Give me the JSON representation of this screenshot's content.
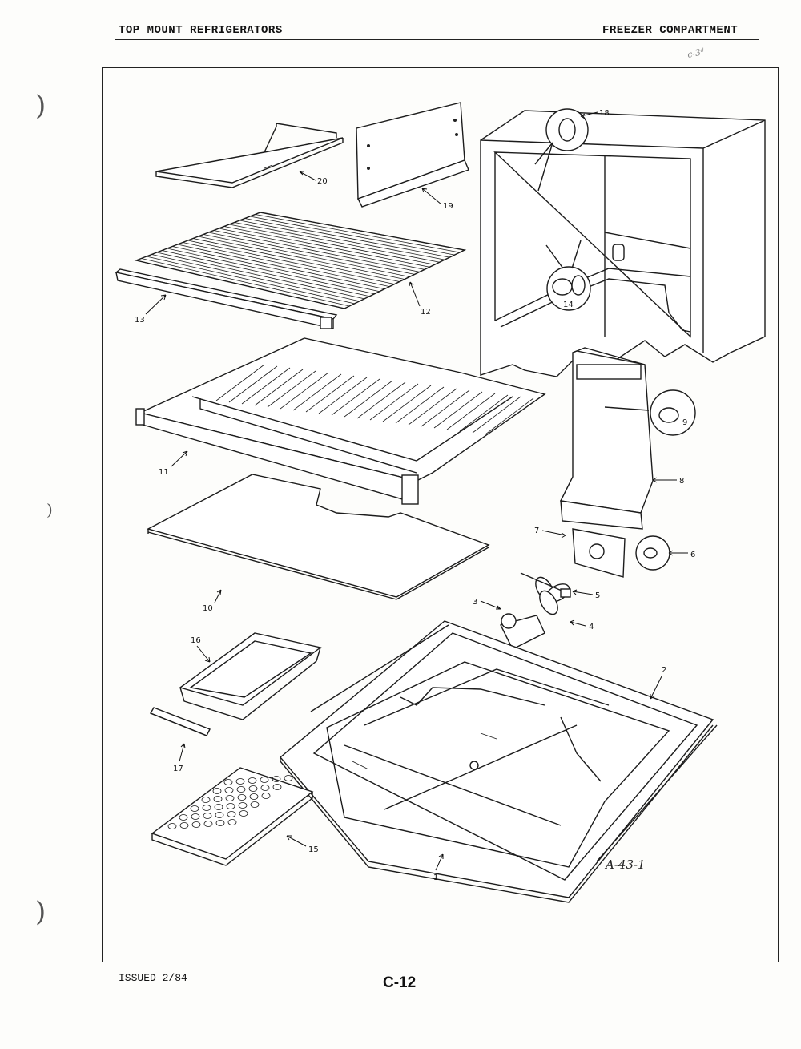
{
  "header": {
    "left_title": "TOP MOUNT REFRIGERATORS",
    "right_title": "FREEZER COMPARTMENT"
  },
  "diagram": {
    "callouts": [
      "1",
      "2",
      "3",
      "4",
      "5",
      "6",
      "7",
      "8",
      "9",
      "10",
      "11",
      "12",
      "13",
      "14",
      "15",
      "16",
      "17",
      "18",
      "19",
      "20"
    ],
    "drawing_ref": "A-43-1"
  },
  "footer": {
    "issued": "ISSUED 2/84",
    "page": "C-12"
  }
}
